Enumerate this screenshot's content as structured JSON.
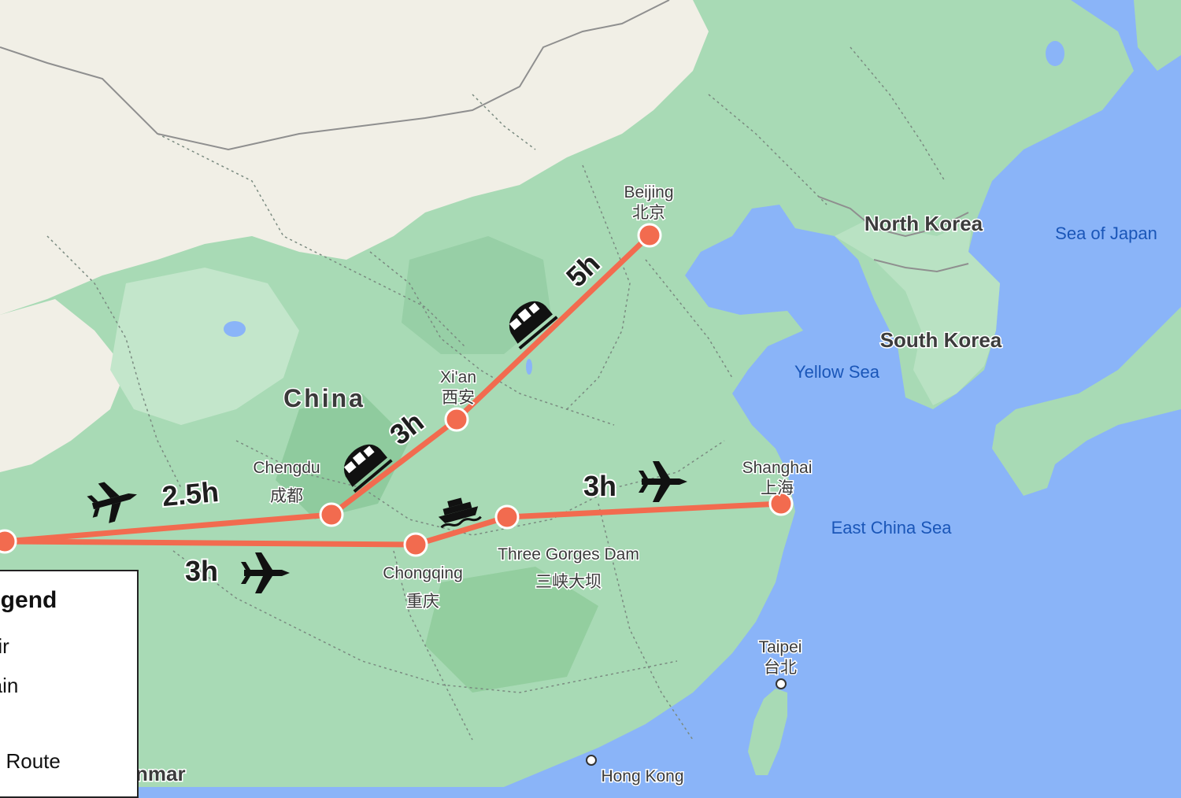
{
  "map": {
    "countries": {
      "china": "China",
      "north_korea": "North Korea",
      "south_korea": "South Korea",
      "myanmar_partial": "nmar"
    },
    "seas": {
      "sea_of_japan": "Sea of Japan",
      "yellow_sea": "Yellow Sea",
      "east_china_sea": "East China Sea"
    },
    "cities": {
      "beijing": {
        "en": "Beijing",
        "zh": "北京"
      },
      "xian": {
        "en": "Xi'an",
        "zh": "西安"
      },
      "chengdu": {
        "en": "Chengdu",
        "zh": "成都"
      },
      "chongqing": {
        "en": "Chongqing",
        "zh": "重庆"
      },
      "three_gorges": {
        "en": "Three Gorges Dam",
        "zh": "三峡大坝"
      },
      "shanghai": {
        "en": "Shanghai",
        "zh": "上海"
      },
      "taipei": {
        "en": "Taipei",
        "zh": "台北"
      },
      "hong_kong": {
        "en": "Hong Kong"
      }
    },
    "durations": {
      "xian_beijing": "5h",
      "chengdu_xian": "3h",
      "west_chengdu": "2.5h",
      "west_chongqing": "3h",
      "gorges_shanghai": "3h"
    },
    "route_color": "#f26b4f",
    "land_color": "#a8dab5",
    "desert_color": "#f1efe6",
    "water_color": "#8ab4f8"
  },
  "legend": {
    "title": "egend",
    "items": [
      "Air",
      "rain",
      "el Route"
    ]
  }
}
